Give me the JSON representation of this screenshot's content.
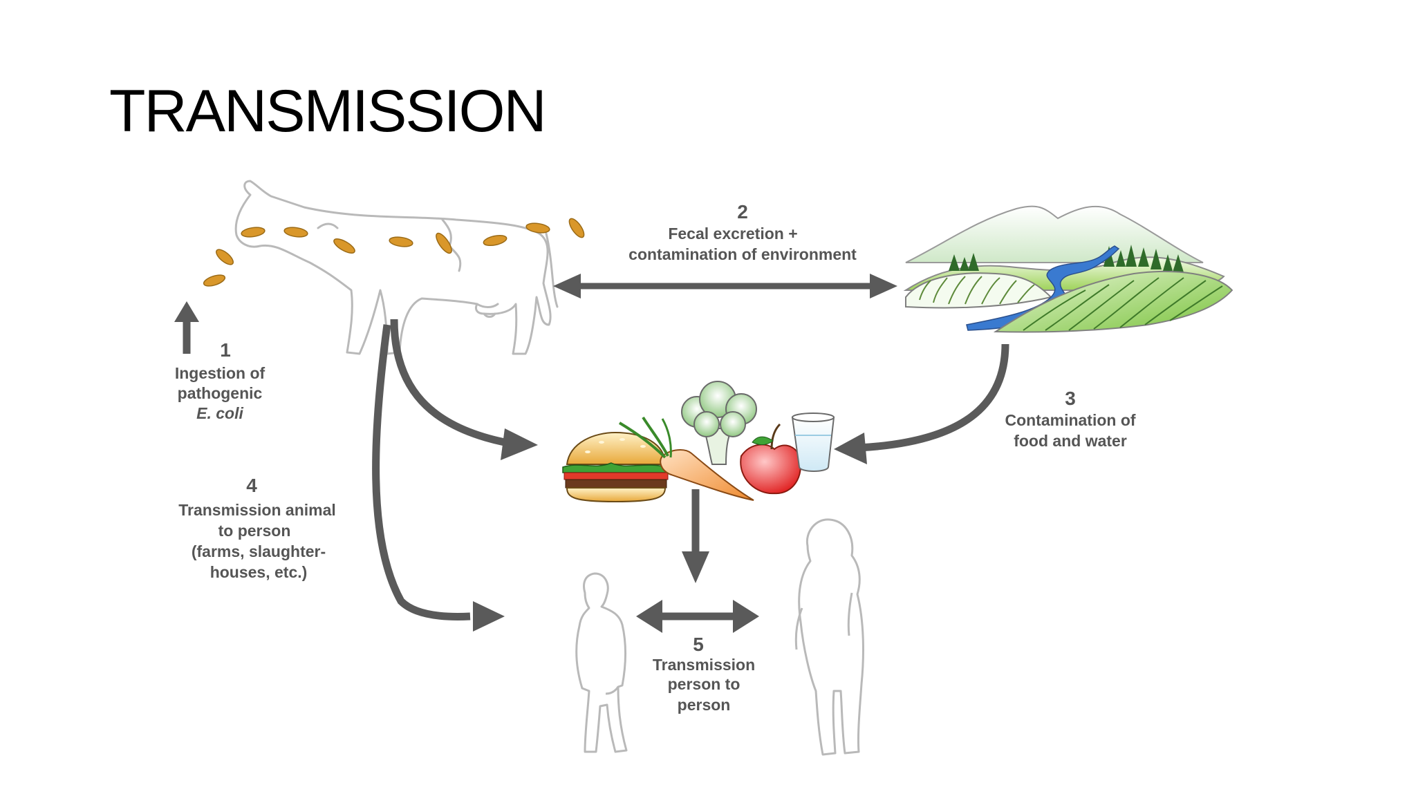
{
  "slide": {
    "title": "TRANSMISSION"
  },
  "steps": [
    {
      "number": "1",
      "lines": [
        "Ingestion of",
        "pathogenic",
        "E. coli"
      ]
    },
    {
      "number": "2",
      "lines": [
        "Fecal excretion +",
        "contamination of environment"
      ]
    },
    {
      "number": "3",
      "lines": [
        "Contamination of",
        "food and water"
      ]
    },
    {
      "number": "4",
      "lines": [
        "Transmission animal",
        "to person",
        "(farms, slaughter-",
        "houses, etc.)"
      ]
    },
    {
      "number": "5",
      "lines": [
        "Transmission",
        "person to",
        "person"
      ]
    }
  ],
  "colors": {
    "arrow": "#5a5a5a",
    "outline": "#b9b9b9",
    "bacteria": "#d9972a",
    "label": "#555555"
  }
}
